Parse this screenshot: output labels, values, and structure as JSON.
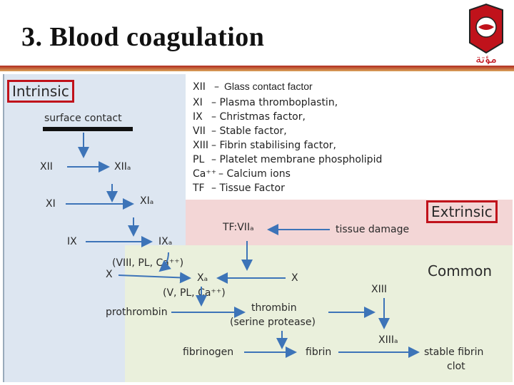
{
  "title": "3. Blood coagulation",
  "logo": {
    "icon": "university-seal-icon",
    "text": "مؤتة"
  },
  "colors": {
    "intrinsic_bg": "#dde6f1",
    "extrinsic_bg": "#f3d6d6",
    "common_bg": "#eaf0dc",
    "arrow": "#3d74b8",
    "highlight_box": "#c0121b",
    "title_bar": "#b02a1f"
  },
  "sections": {
    "intrinsic": "Intrinsic",
    "extrinsic": "Extrinsic",
    "common": "Common"
  },
  "legend": [
    {
      "code": "XII",
      "desc": "Glass contact factor"
    },
    {
      "code": "XI",
      "desc": "Plasma thromboplastin,"
    },
    {
      "code": "IX",
      "desc": "Christmas factor,"
    },
    {
      "code": "VII",
      "desc": "Stable factor,"
    },
    {
      "code": "XIII",
      "desc": "Fibrin stabilising factor,"
    },
    {
      "code": "PL",
      "desc": "Platelet membrane phospholipid"
    },
    {
      "code": "Ca⁺⁺",
      "desc": "Calcium ions"
    },
    {
      "code": "TF",
      "desc": "Tissue Factor"
    }
  ],
  "labels": {
    "surface_contact": "surface contact",
    "xii": "XII",
    "xiia": "XIIₐ",
    "xi": "XI",
    "xia": "XIₐ",
    "ix": "IX",
    "ixa": "IXₐ",
    "cofactors1": "(VIII, PL, Ca⁺⁺)",
    "x_left": "X",
    "xa": "Xₐ",
    "x_right": "X",
    "cofactors2": "(V, PL, Ca⁺⁺)",
    "tf_viia": "TF:VIIₐ",
    "tissue_damage": "tissue damage",
    "prothrombin": "prothrombin",
    "thrombin": "thrombin",
    "serine_protease": "(serine protease)",
    "xiii": "XIII",
    "xiiia": "XIIIₐ",
    "fibrinogen": "fibrinogen",
    "fibrin": "fibrin",
    "stable_fibrin": "stable fibrin",
    "clot": "clot"
  }
}
